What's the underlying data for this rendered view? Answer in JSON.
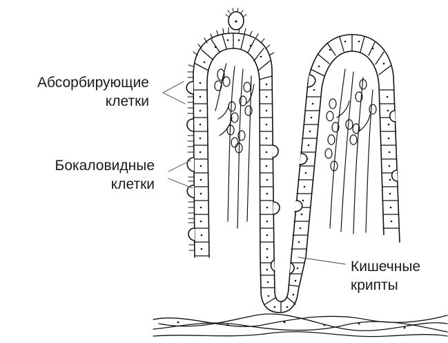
{
  "labels": {
    "absorptive": {
      "line1": "Абсорбирующие",
      "line2": "клетки"
    },
    "goblet": {
      "line1": "Бокаловидные",
      "line2": "клетки"
    },
    "crypts": {
      "line1": "Кишечные",
      "line2": "крипты"
    }
  },
  "colors": {
    "stroke": "#111111",
    "background": "#ffffff",
    "label_text": "#1a1a1a",
    "leader_line": "#666666"
  }
}
